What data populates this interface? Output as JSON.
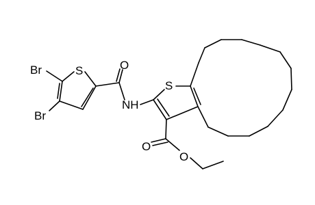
{
  "molecule": {
    "atoms": {
      "br_top": "Br",
      "br_bottom": "Br",
      "s_left": "S",
      "s_right": "S",
      "o_amide": "O",
      "nh": "NH",
      "o_ester_carbonyl": "O",
      "o_ester": "O"
    },
    "colors": {
      "bond": "#000000",
      "label": "#000000",
      "background": "#ffffff"
    }
  }
}
